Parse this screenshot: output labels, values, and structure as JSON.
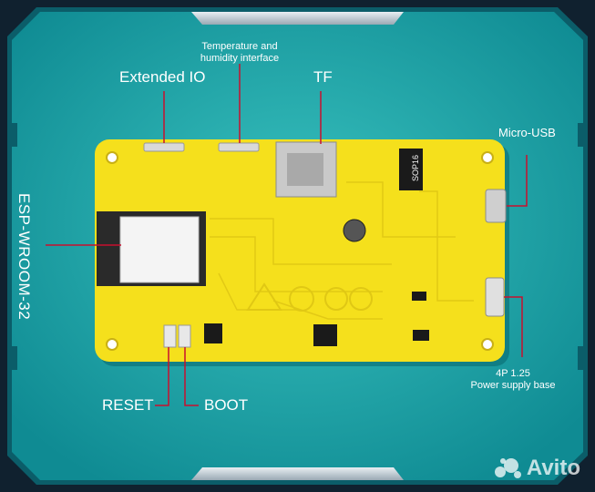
{
  "labels": {
    "extended_io": "Extended IO",
    "temp_humidity_line1": "Temperature and",
    "temp_humidity_line2": "humidity interface",
    "tf": "TF",
    "micro_usb": "Micro-USB",
    "esp": "ESP-WROOM-32",
    "reset": "RESET",
    "boot": "BOOT",
    "power_line1": "4P 1.25",
    "power_line2": "Power supply base"
  },
  "chip_text": "SOP16",
  "watermark": "Avito",
  "colors": {
    "background": "#1ea7ab",
    "frame": "#0f2230",
    "board": "#f5e01c",
    "leader_line": "#c8102e",
    "label_text": "#ffffff"
  }
}
